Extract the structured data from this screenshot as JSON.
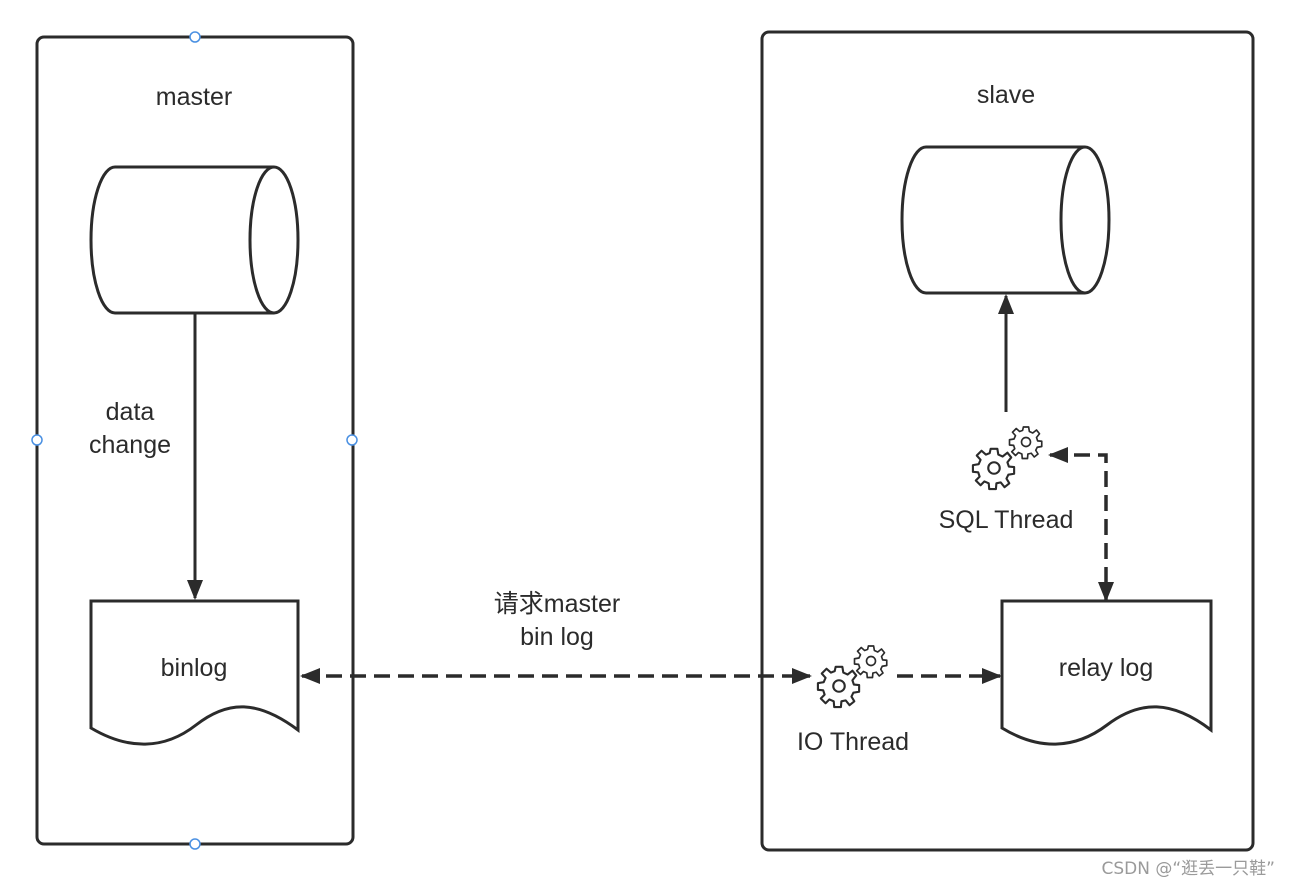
{
  "master": {
    "title": "master",
    "edge_label_line1": "data",
    "edge_label_line2": "change",
    "log_label": "binlog"
  },
  "slave": {
    "title": "slave",
    "sql_thread_label": "SQL Thread",
    "io_thread_label": "IO Thread",
    "log_label": "relay log"
  },
  "request": {
    "line1": "请求master",
    "line2": "bin log"
  },
  "watermark": "CSDN @“逛丢一只鞋”",
  "icons": {
    "database": "cylinder-icon",
    "document": "document-icon",
    "thread": "gears-icon"
  },
  "colors": {
    "stroke": "#2b2b2b",
    "handle": "#4a90e2",
    "watermark": "#9a9a9a"
  }
}
